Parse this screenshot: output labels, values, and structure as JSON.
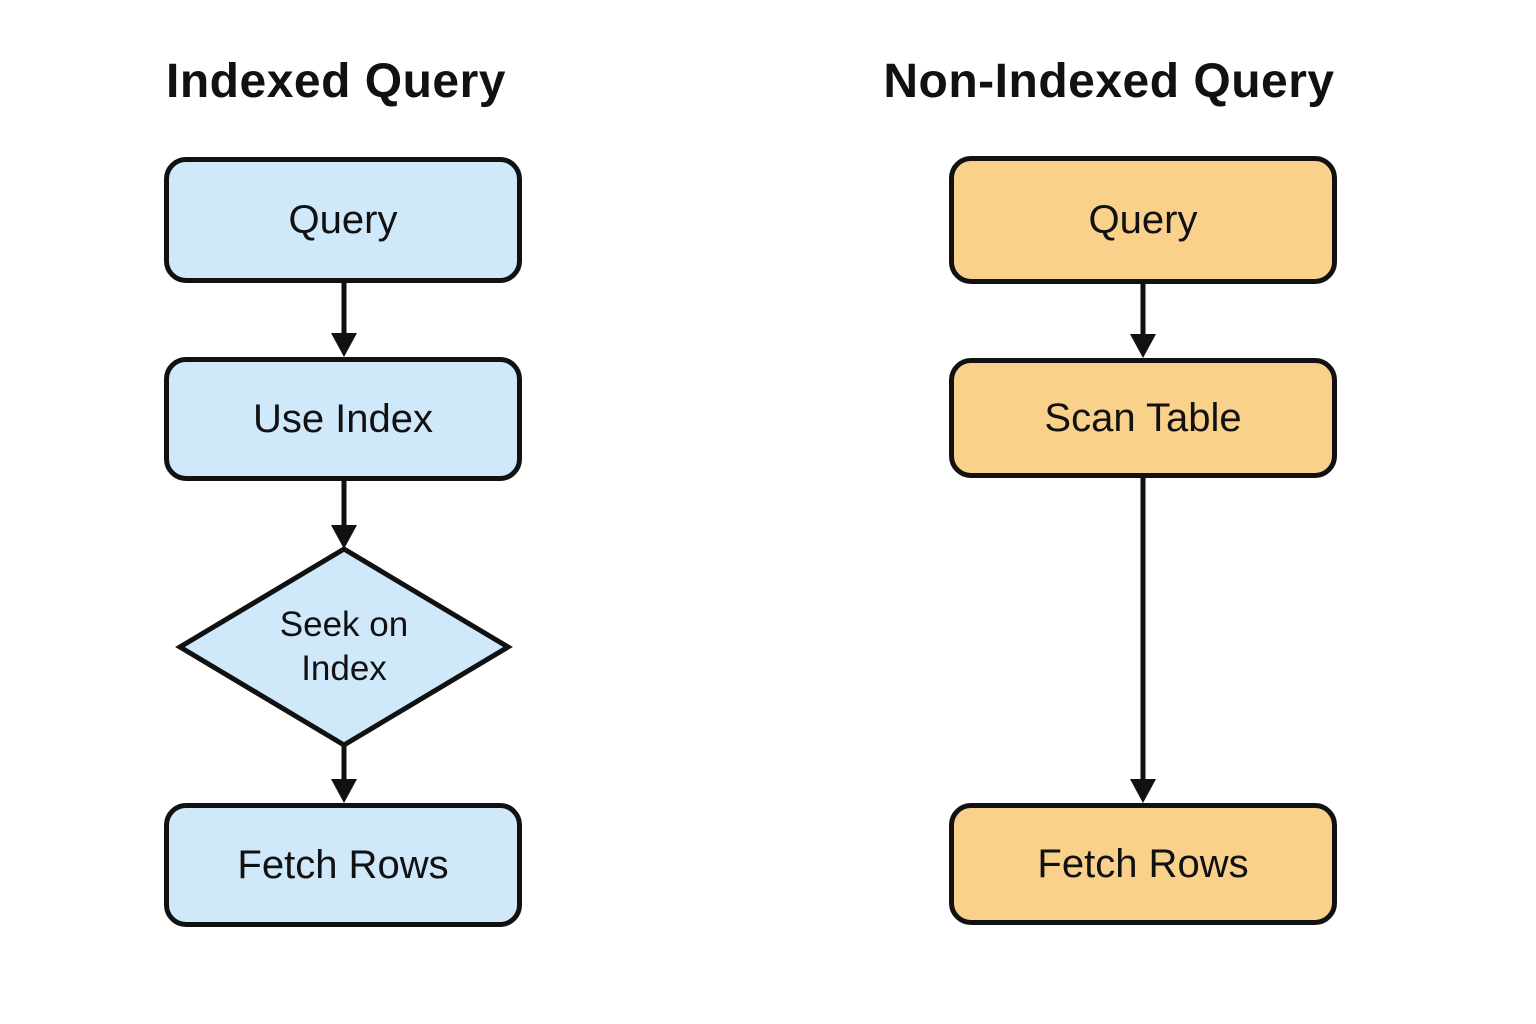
{
  "colors": {
    "indexed_fill": "#cfe8fa",
    "non_indexed_fill": "#f9d18b",
    "stroke": "#111111",
    "bg": "#ffffff",
    "text": "#111111"
  },
  "indexed_flow": {
    "title": "Indexed Query",
    "nodes": [
      {
        "label": "Query",
        "shape": "rect"
      },
      {
        "label": "Use Index",
        "shape": "rect"
      },
      {
        "label": "Seek on Index",
        "shape": "diamond",
        "line1": "Seek on",
        "line2": "Index"
      },
      {
        "label": "Fetch Rows",
        "shape": "rect"
      }
    ]
  },
  "non_indexed_flow": {
    "title": "Non-Indexed Query",
    "nodes": [
      {
        "label": "Query",
        "shape": "rect"
      },
      {
        "label": "Scan Table",
        "shape": "rect"
      },
      {
        "label": "Fetch Rows",
        "shape": "rect"
      }
    ]
  }
}
